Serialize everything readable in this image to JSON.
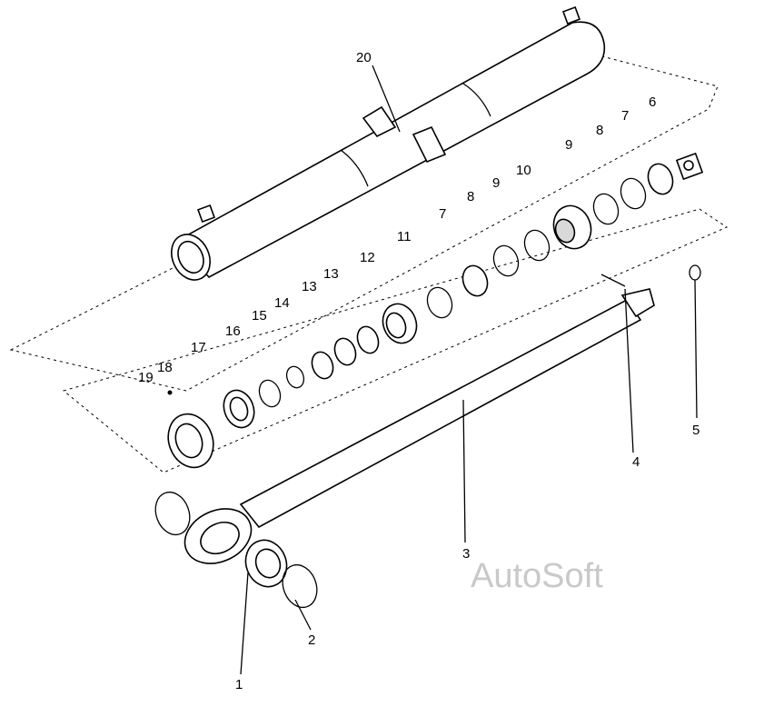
{
  "diagram": {
    "watermark": "AutoSoft",
    "callouts": [
      "1",
      "2",
      "3",
      "4",
      "5",
      "6",
      "7",
      "8",
      "9",
      "10",
      "11",
      "12",
      "13",
      "13",
      "14",
      "15",
      "16",
      "17",
      "18",
      "19",
      "20",
      "7",
      "8",
      "9"
    ]
  }
}
